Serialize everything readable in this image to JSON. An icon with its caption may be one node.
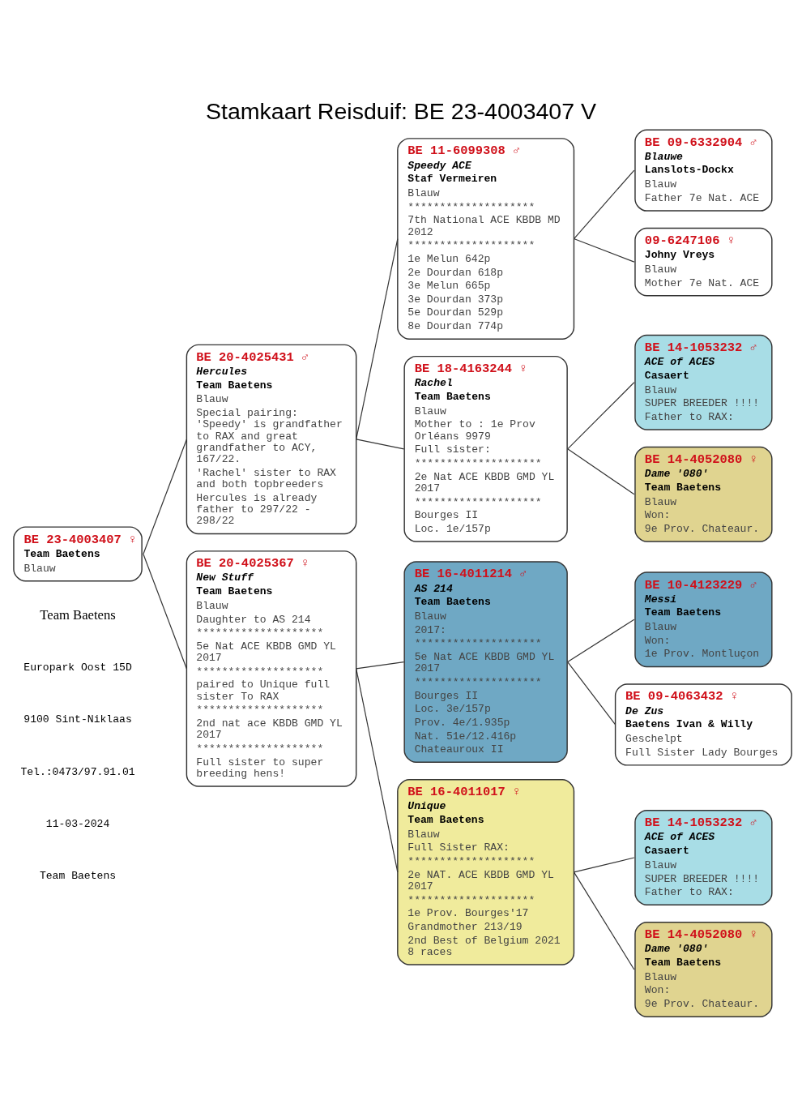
{
  "diagram": {
    "title": "Stamkaart Reisduif: BE 23-4003407 V",
    "nodes": [
      {
        "text": [
          "BE 23-4003407 ♀",
          "Team Baetens",
          "Blauw"
        ]
      },
      {
        "text": [
          "BE 20-4025431 ♂",
          "Hercules",
          "Team Baetens",
          "Blauw",
          "Special pairing: 'Speedy' is grandfather to RAX and great grandfather to ACY, 167/22.",
          "'Rachel' sister to RAX and both topbreeders",
          "Hercules is already father to 297/22 - 298/22"
        ]
      },
      {
        "text": [
          "BE 20-4025367 ♀",
          "New Stuff",
          "Team Baetens",
          "Blauw",
          "Daughter to AS 214",
          "********************",
          "5e Nat ACE KBDB GMD YL 2017",
          "********************",
          "paired to Unique full sister To RAX",
          "********************",
          "2nd nat ace KBDB GMD YL 2017",
          "********************",
          "Full sister to super breeding hens!"
        ]
      },
      {
        "text": [
          "BE 11-6099308 ♂",
          "Speedy ACE",
          "Staf Vermeiren",
          "Blauw",
          "********************",
          "7th National ACE KBDB MD 2012",
          "********************",
          "1e Melun 642p",
          "2e Dourdan 618p",
          "3e Melun 665p",
          "3e Dourdan 373p",
          "5e Dourdan 529p",
          "8e Dourdan 774p"
        ]
      },
      {
        "text": [
          "BE 18-4163244 ♀",
          "Rachel",
          "Team Baetens",
          "Blauw",
          "Mother to : 1e Prov Orléans 9979",
          "Full sister:",
          "********************",
          "2e Nat ACE KBDB GMD YL 2017",
          "********************",
          "Bourges II",
          "Loc. 1e/157p"
        ]
      },
      {
        "text": [
          "BE 16-4011214 ♂",
          "AS 214",
          "Team Baetens",
          "Blauw",
          "2017:",
          "********************",
          "5e Nat ACE KBDB GMD YL 2017",
          "********************",
          "Bourges II",
          "Loc. 3e/157p",
          "Prov. 4e/1.935p",
          "Nat. 51e/12.416p",
          "Chateauroux II"
        ]
      },
      {
        "text": [
          "BE 16-4011017 ♀",
          "Unique",
          "Team Baetens",
          "Blauw",
          "Full Sister RAX:",
          "********************",
          "2e NAT. ACE KBDB GMD YL 2017",
          "********************",
          "1e Prov. Bourges'17",
          "Grandmother 213/19",
          "2nd Best of Belgium 2021 8 races"
        ]
      },
      {
        "text": [
          "BE 09-6332904 ♂",
          "Blauwe",
          "Lanslots-Dockx",
          "Blauw",
          "Father 7e Nat. ACE"
        ]
      },
      {
        "text": [
          "09-6247106 ♀",
          "Johny Vreys",
          "Blauw",
          "Mother 7e Nat. ACE"
        ]
      },
      {
        "text": [
          "BE 14-1053232 ♂",
          "ACE of ACES",
          "Casaert",
          "Blauw",
          "SUPER BREEDER !!!!",
          "Father to RAX:"
        ]
      },
      {
        "text": [
          "BE 14-4052080 ♀",
          "Dame '080'",
          "Team Baetens",
          "Blauw",
          "Won:",
          "9e Prov. Chateaur."
        ]
      },
      {
        "text": [
          "BE 10-4123229 ♂",
          "Messi",
          "Team Baetens",
          "Blauw",
          "Won:",
          "1e Prov. Montluçon"
        ]
      },
      {
        "text": [
          "BE 09-4063432 ♀",
          "De Zus",
          "Baetens Ivan & Willy",
          "Geschelpt",
          "Full Sister Lady Bourges"
        ]
      },
      {
        "text": [
          "BE 14-1053232 ♂",
          "ACE of ACES",
          "Casaert",
          "Blauw",
          "SUPER BREEDER !!!!",
          "Father to RAX:"
        ]
      },
      {
        "text": [
          "BE 14-4052080 ♀",
          "Dame '080'",
          "Team Baetens",
          "Blauw",
          "Won:",
          "9e Prov. Chateaur."
        ]
      }
    ],
    "edges": [
      {
        "from": 0,
        "to": 1,
        "arrow": "none"
      },
      {
        "from": 0,
        "to": 2,
        "arrow": "none"
      },
      {
        "from": 1,
        "to": 3,
        "arrow": "none"
      },
      {
        "from": 1,
        "to": 4,
        "arrow": "none"
      },
      {
        "from": 2,
        "to": 5,
        "arrow": "none"
      },
      {
        "from": 2,
        "to": 6,
        "arrow": "none"
      },
      {
        "from": 3,
        "to": 7,
        "arrow": "none"
      },
      {
        "from": 3,
        "to": 8,
        "arrow": "none"
      },
      {
        "from": 4,
        "to": 9,
        "arrow": "none"
      },
      {
        "from": 4,
        "to": 10,
        "arrow": "none"
      },
      {
        "from": 5,
        "to": 11,
        "arrow": "none"
      },
      {
        "from": 5,
        "to": 12,
        "arrow": "none"
      },
      {
        "from": 6,
        "to": 13,
        "arrow": "none"
      },
      {
        "from": 6,
        "to": 14,
        "arrow": "none"
      }
    ],
    "labels": [
      "Team Baetens",
      "Europark Oost 15D",
      "9100 Sint-Niklaas",
      "Tel.:0473/97.91.01",
      "11-03-2024",
      "Team Baetens"
    ]
  }
}
